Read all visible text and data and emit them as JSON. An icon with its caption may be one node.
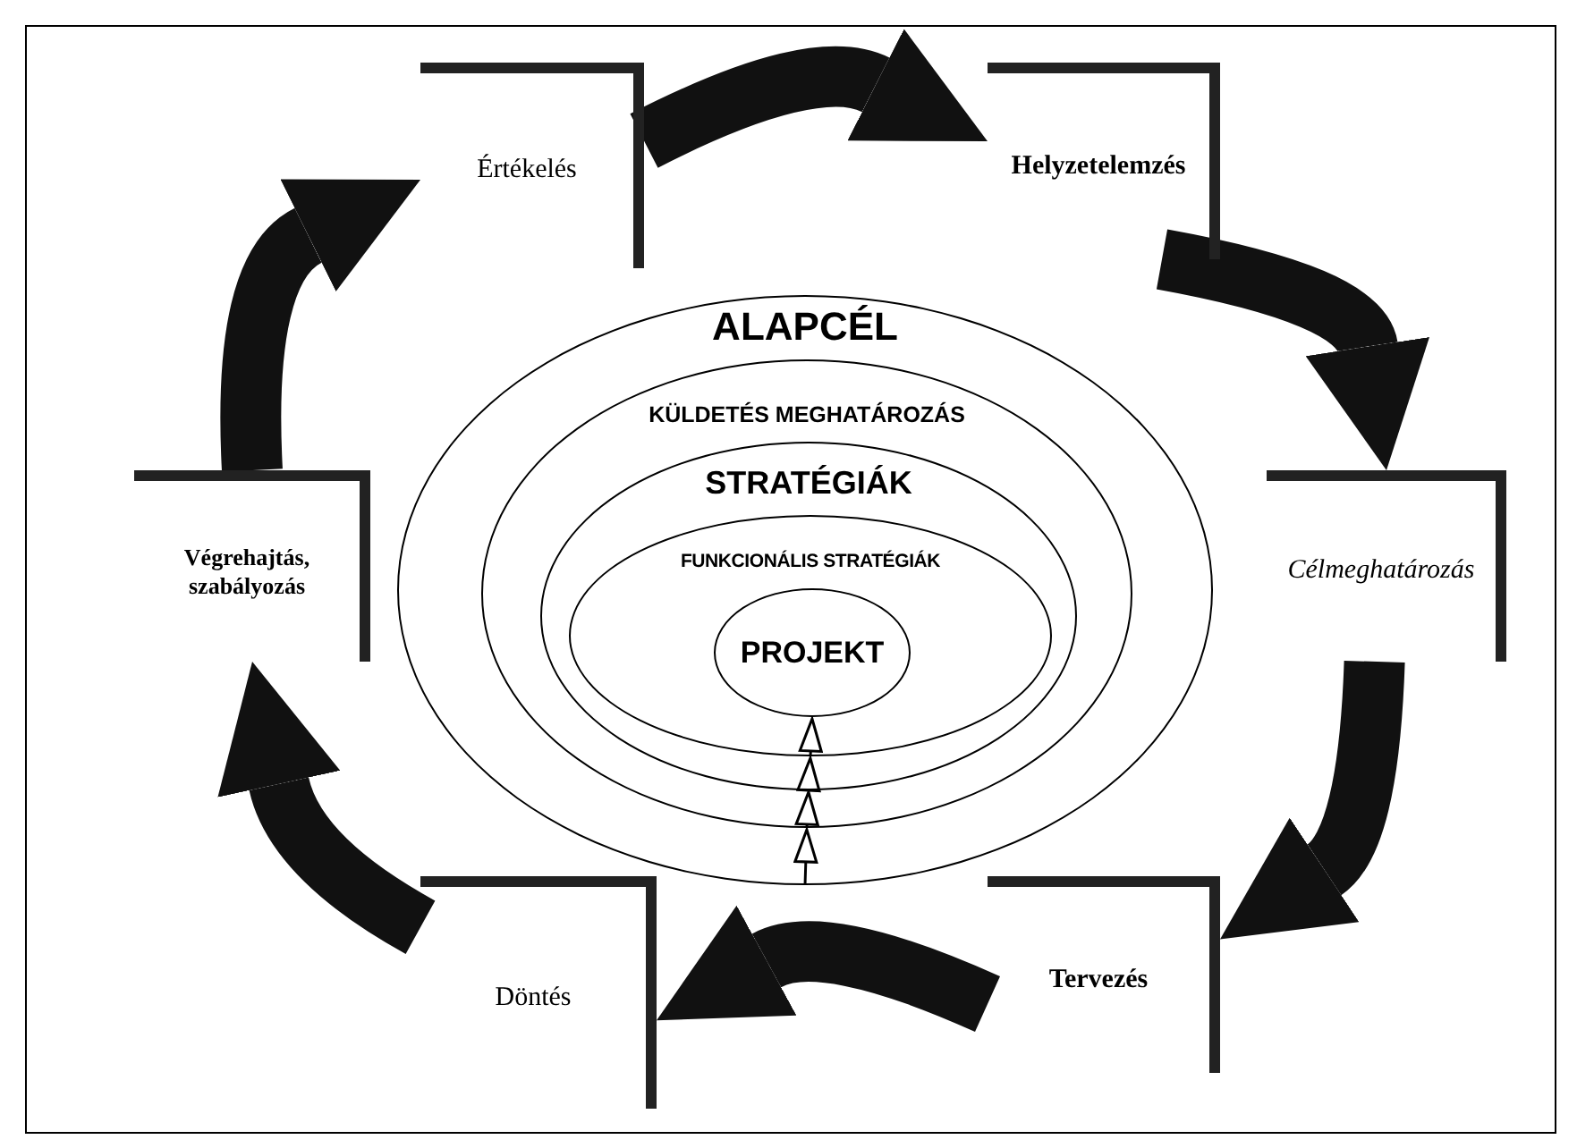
{
  "diagram": {
    "nodes": [
      {
        "text": [
          "Értékelés"
        ]
      },
      {
        "text": [
          "Helyzetelemzés"
        ]
      },
      {
        "text": [
          "Célmeghatározás"
        ]
      },
      {
        "text": [
          "Tervezés"
        ]
      },
      {
        "text": [
          "Döntés"
        ]
      },
      {
        "text": [
          "Végrehajtás, szabályozás"
        ]
      },
      {
        "text": [
          "ALAPCÉL"
        ]
      },
      {
        "text": [
          "KÜLDETÉS MEGHATÁROZÁS"
        ],
        "in": 6
      },
      {
        "text": [
          "STRATÉGIÁK"
        ],
        "in": 7
      },
      {
        "text": [
          "FUNKCIONÁLIS STRATÉGIÁK"
        ],
        "in": 8
      },
      {
        "text": [
          "PROJEKT"
        ],
        "in": 9
      }
    ],
    "edges": [
      {
        "from": 0,
        "to": 1,
        "arrow": "to"
      },
      {
        "from": 1,
        "to": 2,
        "arrow": "to"
      },
      {
        "from": 2,
        "to": 3,
        "arrow": "to"
      },
      {
        "from": 3,
        "to": 4,
        "arrow": "to"
      },
      {
        "from": 4,
        "to": 5,
        "arrow": "to"
      },
      {
        "from": 5,
        "to": 0,
        "arrow": "to"
      },
      {
        "from": 6,
        "to": 7,
        "arrow": "to"
      },
      {
        "from": 7,
        "to": 8,
        "arrow": "to"
      },
      {
        "from": 8,
        "to": 9,
        "arrow": "to"
      },
      {
        "from": 9,
        "to": 10,
        "arrow": "to"
      }
    ]
  }
}
